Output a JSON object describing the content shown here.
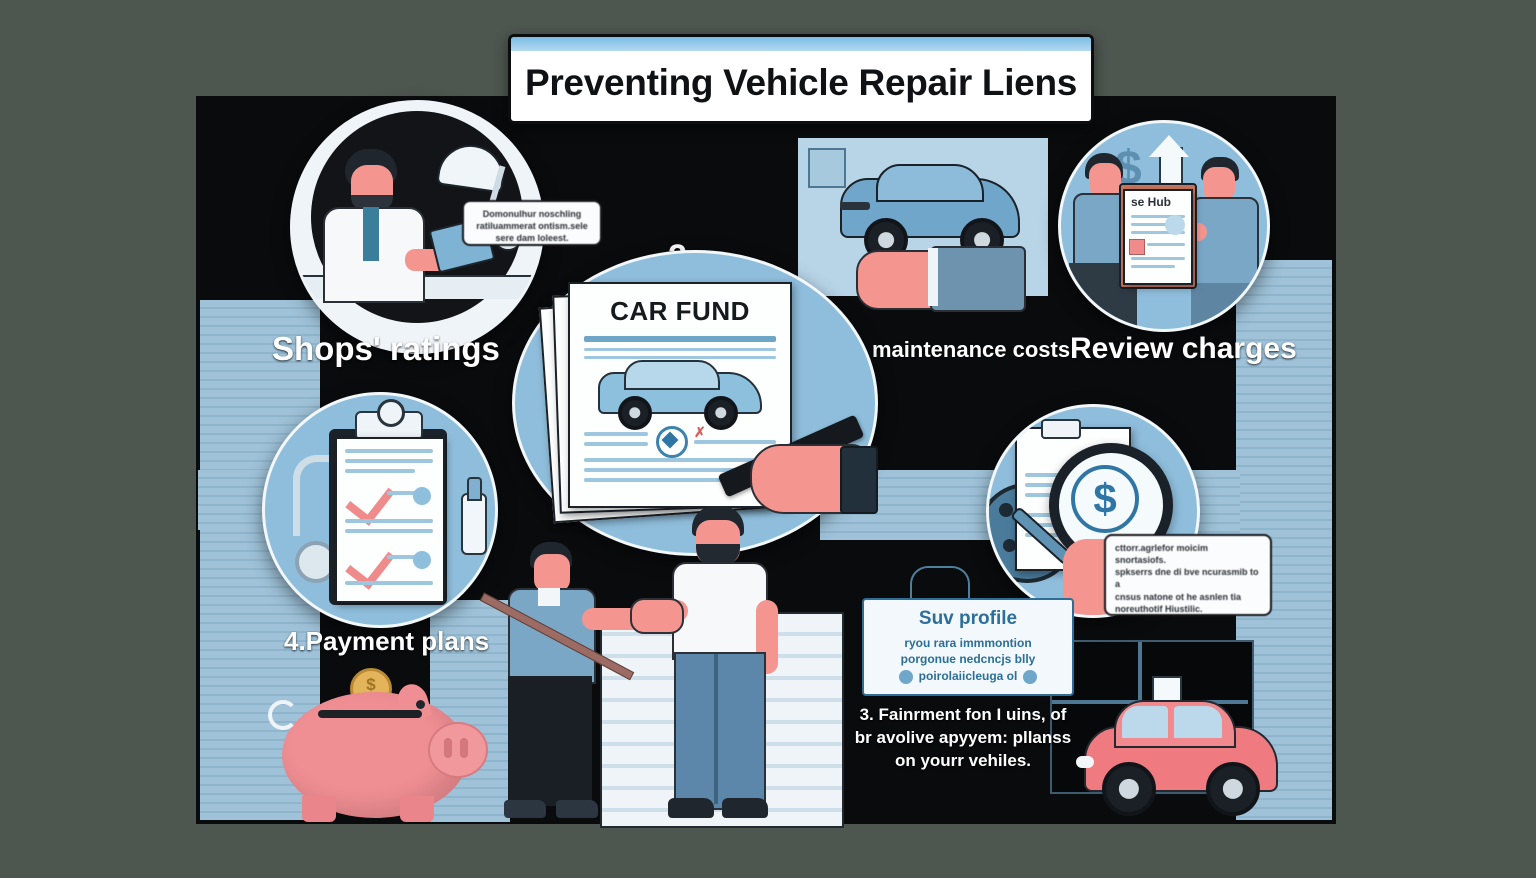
{
  "illustration": {
    "title": "Preventing Vehicle Repair Liens",
    "background_color": "#4e5650",
    "accent_blue": "#8fbedc",
    "accent_pink": "#ef8e93",
    "dark_panel": "#0a0b0d"
  },
  "labels": {
    "shops_ratings": "Shops' ratings",
    "maintenance_costs": "maintenance costs",
    "review_charges": "Review charges",
    "payment_plans": "4.Payment plans",
    "car_fund": "CAR FUND"
  },
  "numbers": {
    "step_two": "2"
  },
  "notes": {
    "lab_note": {
      "line1": "Domonulhur noschling",
      "line2": "ratiluammerat ontism.sele",
      "line3": "sere dam loleest."
    },
    "magnifier_note": {
      "line1": "cttorr.agrlefor moicim snortasiofs.",
      "line2": "spkserrs dne di bve ncurasmib to a",
      "line3": "cnsus natone ot he asnlen tia",
      "line4": "noreuthotif Hiustilic."
    },
    "suv_panel": {
      "title": "Suv profile",
      "line1": "ryou rara immmontion",
      "line2": "porgonue nedcncjs blly",
      "line3": "poirolaiicleuga ol"
    },
    "bottom_note": {
      "line1": "3. Fainrment fon I uins, of",
      "line2": "br avolive apyyem: pllanss",
      "line3": "on yourr vehiles."
    }
  },
  "icons": {
    "dollar": "$",
    "up_arrow": "⬆",
    "down_arrow": "⬇",
    "coin": "$"
  }
}
